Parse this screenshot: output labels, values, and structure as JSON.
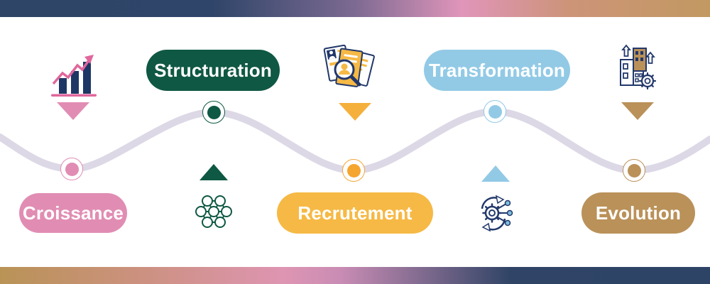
{
  "decor": {
    "top_bar_gradient": [
      "#2e4568",
      "#7d6a92",
      "#e095ba",
      "#c29961"
    ],
    "bottom_bar_gradient": [
      "#b99356",
      "#de95b2",
      "#8a6f94",
      "#2e4466"
    ],
    "track_color": "#dcd8e6"
  },
  "palette": {
    "pink": "#e18db3",
    "dark_green": "#0f5843",
    "yellow": "#f6b945",
    "light_blue": "#92cae6",
    "tan": "#ba9159",
    "navy": "#22386b"
  },
  "timeline": {
    "stages": [
      {
        "label": "Croissance",
        "color": "#e18db3",
        "icon": "growth-bar-chart-icon",
        "label_position": "bottom",
        "icon_position": "top"
      },
      {
        "label": "Structuration",
        "color": "#0f5843",
        "icon": "molecule-network-icon",
        "label_position": "top",
        "icon_position": "bottom"
      },
      {
        "label": "Recrutement",
        "color": "#f6b945",
        "icon": "cv-magnifier-icon",
        "label_position": "bottom",
        "icon_position": "top"
      },
      {
        "label": "Transformation",
        "color": "#92cae6",
        "icon": "gear-integration-icon",
        "label_position": "top",
        "icon_position": "bottom"
      },
      {
        "label": "Evolution",
        "color": "#ba9159",
        "icon": "buildings-growth-icon",
        "label_position": "bottom",
        "icon_position": "top"
      }
    ]
  }
}
